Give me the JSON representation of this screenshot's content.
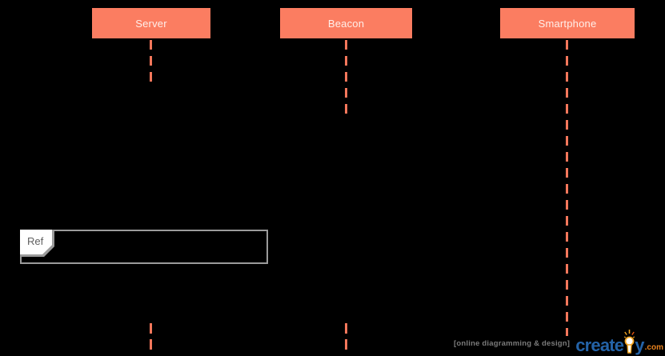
{
  "diagram": {
    "type": "sequence-diagram",
    "participants": [
      {
        "label": "Server"
      },
      {
        "label": "Beacon"
      },
      {
        "label": "Smartphone"
      }
    ],
    "fragment": {
      "label": "Ref"
    }
  },
  "watermark": {
    "tagline": "[online diagramming & design]",
    "brand_text_main": "create",
    "brand_text_tail": "y",
    "brand_suffix": ".com"
  },
  "icons": {
    "lightbulb": "lightbulb-icon"
  },
  "colors": {
    "canvas-bg": "#000000",
    "participant-fill": "#FB7D61",
    "participant-text": "#FFEFEA",
    "lifeline": "#F4775B",
    "ref-border": "#9B9B9B",
    "ref-label-bg": "#FFFFFF",
    "ref-label-text": "#606060",
    "tagline-text": "#7B7B7B",
    "brand-blue": "#2463A8",
    "brand-orange": "#E8821E",
    "bulb-ray": "#F5A623"
  }
}
